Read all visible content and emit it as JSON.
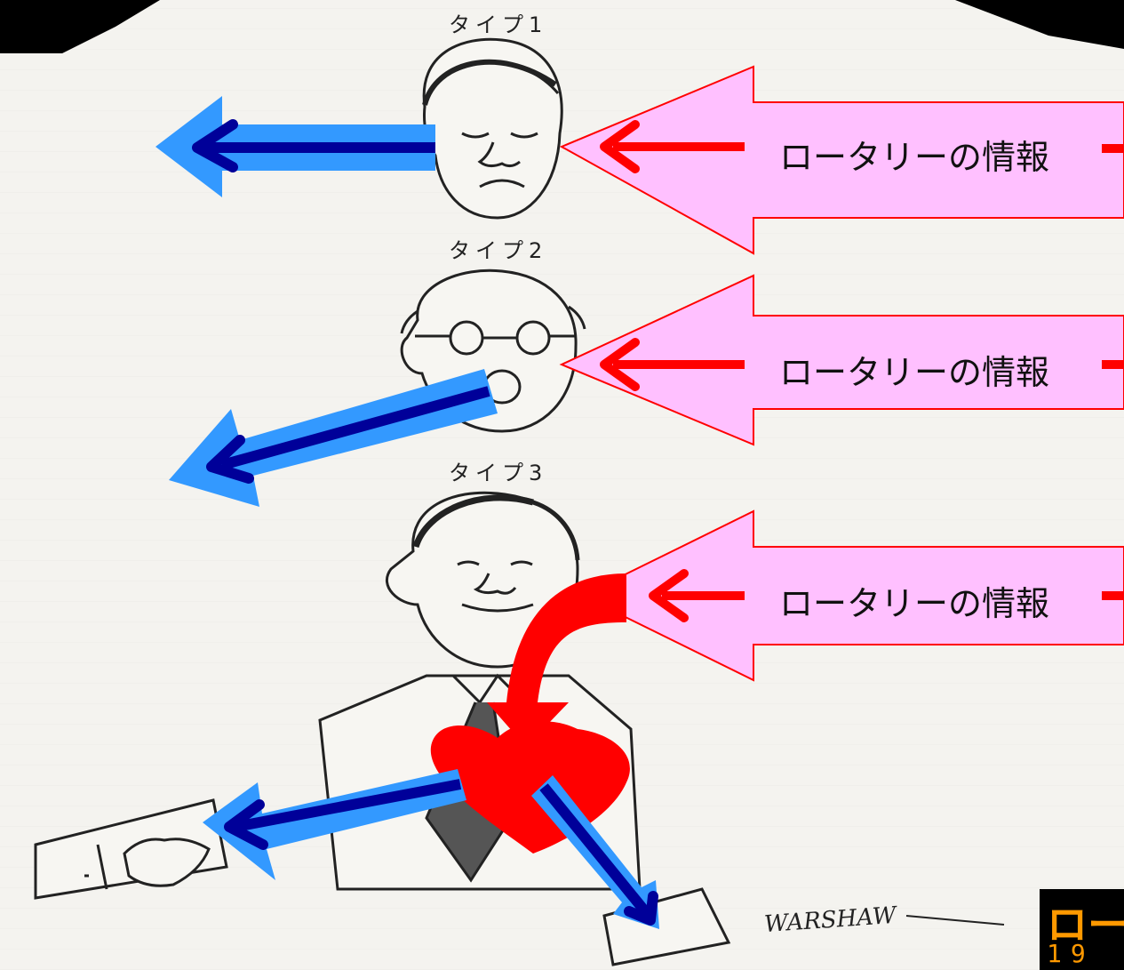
{
  "types": [
    {
      "label": "タイプ1"
    },
    {
      "label": "タイプ2"
    },
    {
      "label": "タイプ3"
    }
  ],
  "info_arrows": [
    {
      "label": "ロータリーの情報"
    },
    {
      "label": "ロータリーの情報"
    },
    {
      "label": "ロータリーの情報"
    }
  ],
  "corner_badge": {
    "title": "ロー",
    "number": "19"
  },
  "signature": "WARSHAW",
  "colors": {
    "info_arrow_fill": "#ffc0ff",
    "info_arrow_stroke": "#ff0000",
    "out_arrow_outer": "#3399ff",
    "out_arrow_inner": "#000099",
    "heart": "#ff0000",
    "corner_text": "#ff9900"
  }
}
